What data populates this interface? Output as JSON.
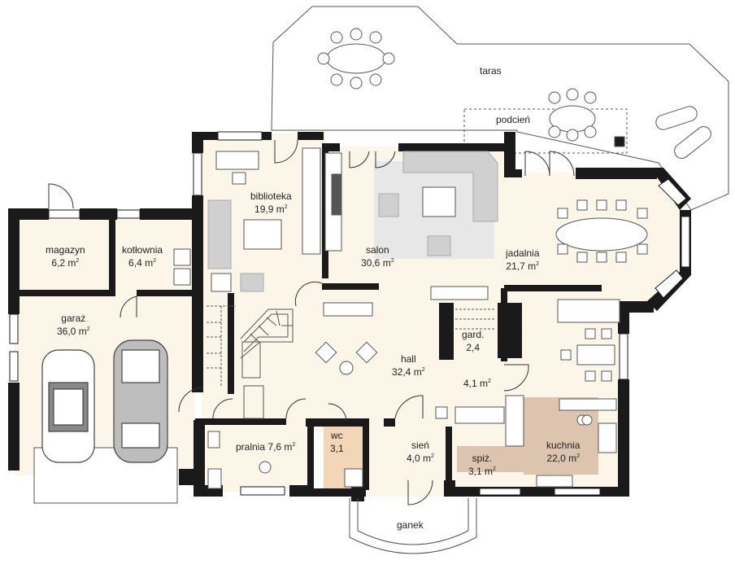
{
  "rooms": [
    {
      "id": "taras",
      "name": "taras",
      "area": ""
    },
    {
      "id": "podcien",
      "name": "podcień",
      "area": ""
    },
    {
      "id": "biblioteka",
      "name": "biblioteka",
      "area": "19,9 m",
      "unit_exp": "2"
    },
    {
      "id": "salon",
      "name": "salon",
      "area": "30,6 m",
      "unit_exp": "2"
    },
    {
      "id": "jadalnia",
      "name": "jadalnia",
      "area": "21,7 m",
      "unit_exp": "2"
    },
    {
      "id": "magazyn",
      "name": "magazyn",
      "area": "6,2 m",
      "unit_exp": "2"
    },
    {
      "id": "kotlownia",
      "name": "kotłownia",
      "area": "6,4 m",
      "unit_exp": "2"
    },
    {
      "id": "garaz",
      "name": "garaż",
      "area": "36,0 m",
      "unit_exp": "2"
    },
    {
      "id": "hall",
      "name": "hall",
      "area": "32,4 m",
      "unit_exp": "2"
    },
    {
      "id": "gard",
      "name": "gard.",
      "area": "2,4",
      "unit_exp": ""
    },
    {
      "id": "korytarz",
      "name": "",
      "area": "4,1 m",
      "unit_exp": "2"
    },
    {
      "id": "pralnia",
      "name": "pralnia 7,6 m",
      "area": "",
      "unit_exp": "2"
    },
    {
      "id": "wc",
      "name": "wc",
      "area": "3,1",
      "unit_exp": ""
    },
    {
      "id": "sien",
      "name": "sień",
      "area": "4,0 m",
      "unit_exp": "2"
    },
    {
      "id": "spiz",
      "name": "spiż.",
      "area": "3,1 m",
      "unit_exp": "2"
    },
    {
      "id": "kuchnia",
      "name": "kuchnia",
      "area": "22,0 m",
      "unit_exp": "2"
    },
    {
      "id": "ganek",
      "name": "ganek",
      "area": ""
    }
  ],
  "colors": {
    "wall": "#1a1a1a",
    "floor": "#fcf6e9",
    "terrace": "#ffffff",
    "furniture": "#c9c9c9",
    "rug": "#e7e7e7",
    "kitchen": "#dcc4ae",
    "wc": "#f3d5b8",
    "glass": "#ffffff",
    "line": "#333333"
  }
}
